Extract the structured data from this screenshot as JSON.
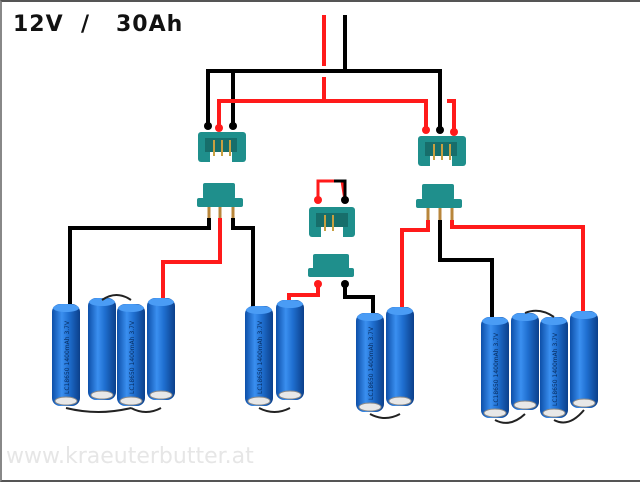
{
  "diagram": {
    "title": "12V  /   30Ah",
    "watermark": "www.kraeuterbutter.at",
    "battery_label": "LC18650 1400mAh 3.7V",
    "colors": {
      "positive_wire": "#ff1a1a",
      "negative_wire": "#000000",
      "connector": "#1f8f8c",
      "battery": "#1f6fd0"
    },
    "groups": [
      {
        "name": "left-pack",
        "cells": 4
      },
      {
        "name": "center-left-pack",
        "cells": 2
      },
      {
        "name": "center-right-pack",
        "cells": 2
      },
      {
        "name": "right-pack",
        "cells": 4
      }
    ]
  }
}
